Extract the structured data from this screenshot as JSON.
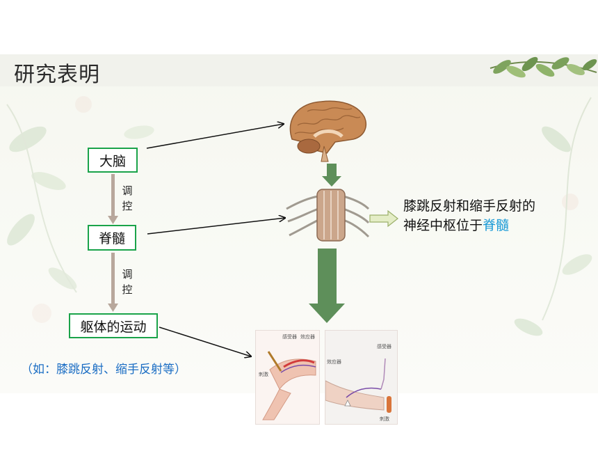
{
  "slide": {
    "title": "研究表明",
    "nodes": {
      "brain": "大脑",
      "spinal_cord": "脊髓",
      "body_movement": "躯体的运动"
    },
    "control_label_1": [
      "调",
      "控"
    ],
    "control_label_2": [
      "调",
      "控"
    ],
    "conclusion": {
      "line1": "膝跳反射和缩手反射的",
      "line2_prefix": "神经中枢位于",
      "line2_highlight": "脊髓"
    },
    "example": "（如：膝跳反射、缩手反射等）",
    "figure_labels": {
      "knee_top_left": "感受器",
      "knee_top_right": "效应器",
      "knee_side": "刺激",
      "hand_top": "感受器",
      "hand_side": "效应器",
      "hand_bottom": "刺激"
    }
  },
  "colors": {
    "box_border": "#1aa34a",
    "highlight": "#1a9ad6",
    "example_text": "#1a6dc4",
    "big_arrow": "#5e8f5a",
    "small_arrow": "#b8a79c",
    "outline_arrow_fill": "#e4edc6",
    "outline_arrow_stroke": "#9bb06a"
  }
}
